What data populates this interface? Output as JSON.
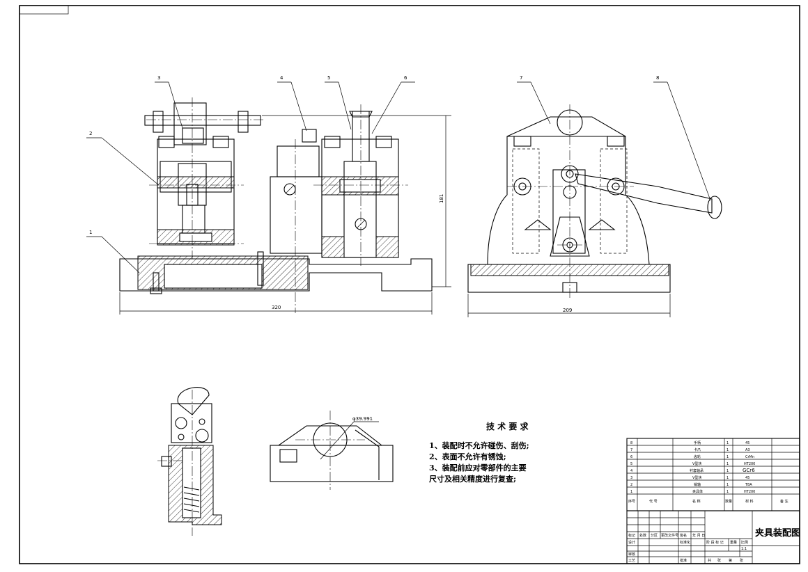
{
  "callouts": [
    "1",
    "2",
    "3",
    "4",
    "5",
    "6",
    "7",
    "8"
  ],
  "dims": {
    "width_front": "320",
    "height_front": "181",
    "width_side": "209",
    "diameter": "φ39.991"
  },
  "tech_req": {
    "title": "技 术 要 求",
    "items": [
      "1、装配时不允许碰伤、刮伤;",
      "2、表面不允许有锈蚀;",
      "3、装配前应对零部件的主要",
      "尺寸及相关精度进行复查;"
    ]
  },
  "bom": {
    "rows": [
      {
        "no": "8",
        "name": "手柄",
        "qty": "1",
        "material": "45"
      },
      {
        "no": "7",
        "name": "卡爪",
        "qty": "1",
        "material": "A3"
      },
      {
        "no": "6",
        "name": "齿轮",
        "qty": "1",
        "material": "CrMn"
      },
      {
        "no": "5",
        "name": "V型块",
        "qty": "1",
        "material": "HT200"
      },
      {
        "no": "4",
        "name": "衬套轴承",
        "qty": "1",
        "material": "GCr6"
      },
      {
        "no": "3",
        "name": "V型块",
        "qty": "1",
        "material": "45"
      },
      {
        "no": "2",
        "name": "销轴",
        "qty": "1",
        "material": "T8A"
      },
      {
        "no": "1",
        "name": "夹具体",
        "qty": "1",
        "material": "HT200"
      }
    ],
    "header": {
      "no": "序号",
      "code": "代 号",
      "name": "名 称",
      "qty": "数量",
      "material": "材 料",
      "note": "备 注"
    }
  },
  "title_block": {
    "drawing_name": "夹具装配图",
    "scale": "1:1",
    "labels": [
      "标记",
      "处数",
      "分区",
      "更改文件号",
      "签名",
      "年 月 日",
      "设计",
      "标准化",
      "审核",
      "工艺",
      "批准",
      "阶 段 标 记",
      "重量",
      "比例",
      "共",
      "张",
      "第",
      "张"
    ]
  }
}
